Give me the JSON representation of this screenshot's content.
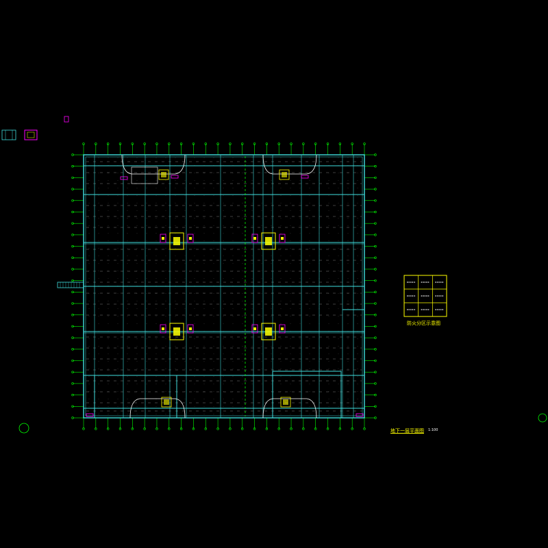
{
  "drawing": {
    "background": "#000000",
    "colors": {
      "wall": "#40e0e0",
      "grid": "#00ff00",
      "parking": "#ffffff",
      "core": "#ffff00",
      "accent": "#ff00ff",
      "stair": "#00c0ff"
    },
    "key_plan_title": "防火分区示意图",
    "plan_title": "地下一层平面图",
    "plan_scale": "1:100",
    "key_plan_grid": [
      3,
      3
    ]
  }
}
